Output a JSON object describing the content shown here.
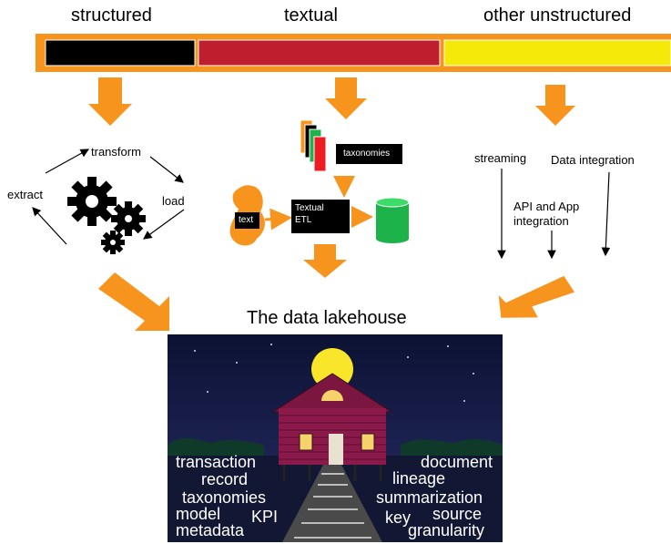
{
  "headers": {
    "structured": "structured",
    "textual": "textual",
    "unstructured": "other unstructured"
  },
  "colors": {
    "band": "#f7941d",
    "structured": "#000000",
    "textual": "#be1e2d",
    "unstructured": "#f5e90a",
    "arrow": "#f7941d",
    "cylinder": "#1db34a",
    "moon": "#f9e52a",
    "house": "#8b1a4a"
  },
  "etl": {
    "transform": "transform",
    "extract": "extract",
    "load": "load",
    "icon": "gears-icon"
  },
  "textual": {
    "taxonomies": "taxonomies",
    "text": "text",
    "textual_etl": "Textual\nETL"
  },
  "unstructured": {
    "streaming": "streaming",
    "data_integration": "Data integration",
    "api_integration": "API and App\nintegration"
  },
  "lakehouse": {
    "title": "The data lakehouse",
    "words_left": [
      "transaction",
      "record",
      "taxonomies",
      "model",
      "KPI",
      "metadata"
    ],
    "words_right": [
      "document",
      "lineage",
      "summarization",
      "source",
      "key",
      "granularity"
    ]
  }
}
